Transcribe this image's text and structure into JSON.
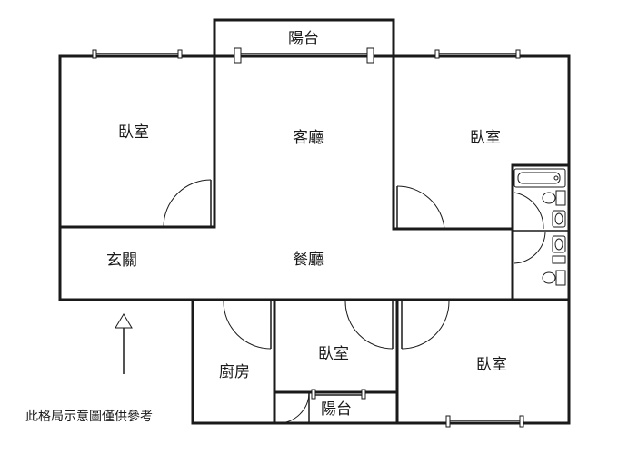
{
  "rooms": {
    "balcony_top": "陽台",
    "bedroom_top_left": "臥室",
    "living_room": "客廳",
    "bedroom_top_right": "臥室",
    "entrance": "玄關",
    "dining_room": "餐廳",
    "kitchen": "廚房",
    "bedroom_bottom_middle": "臥室",
    "balcony_bottom": "陽台",
    "bedroom_bottom_right": "臥室"
  },
  "note": "此格局示意圖僅供參考"
}
